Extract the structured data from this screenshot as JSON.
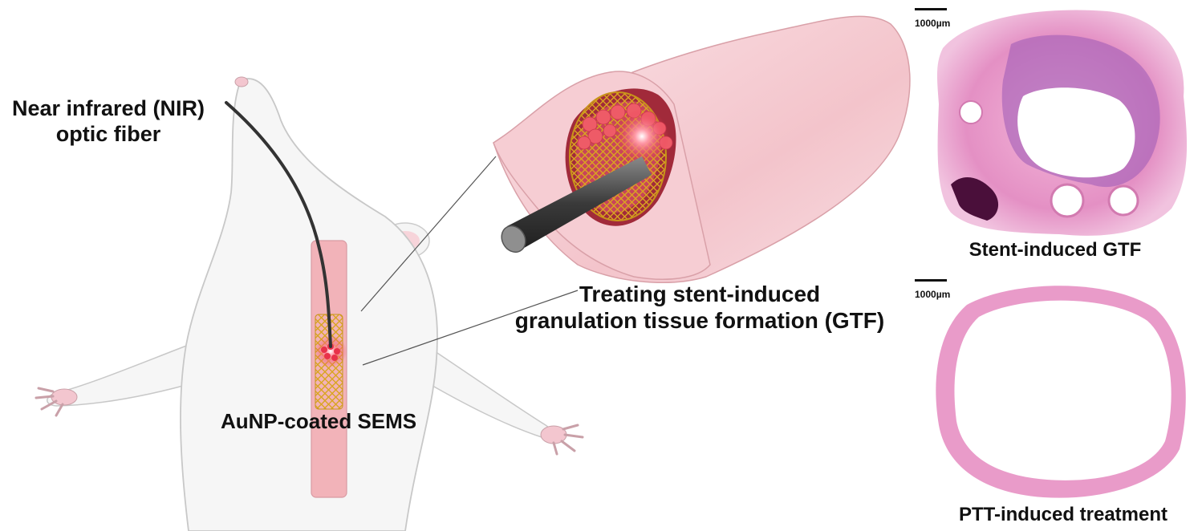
{
  "labels": {
    "nir_line1": "Near infrared (NIR)",
    "nir_line2": "optic fiber",
    "stent": "AuNP-coated SEMS",
    "treat_line1": "Treating stent-induced",
    "treat_line2": "granulation tissue formation (GTF)",
    "histo_top": "Stent-induced GTF",
    "histo_bottom": "PTT-induced treatment"
  },
  "scale_bars": {
    "top": "1000µm",
    "bottom": "1000µm"
  },
  "colors": {
    "mouse_fill": "#f6f6f6",
    "mouse_outline": "#c8c8c8",
    "pink_skin": "#f3c6cf",
    "trachea": "#f2b3b9",
    "stent_gold": "#d9a520",
    "hotspot": "#e8324a",
    "fiber": "#333333",
    "histo_pink": "#e58ac0",
    "histo_purple": "#9b59b6",
    "histo_dark": "#4a0f3a"
  }
}
